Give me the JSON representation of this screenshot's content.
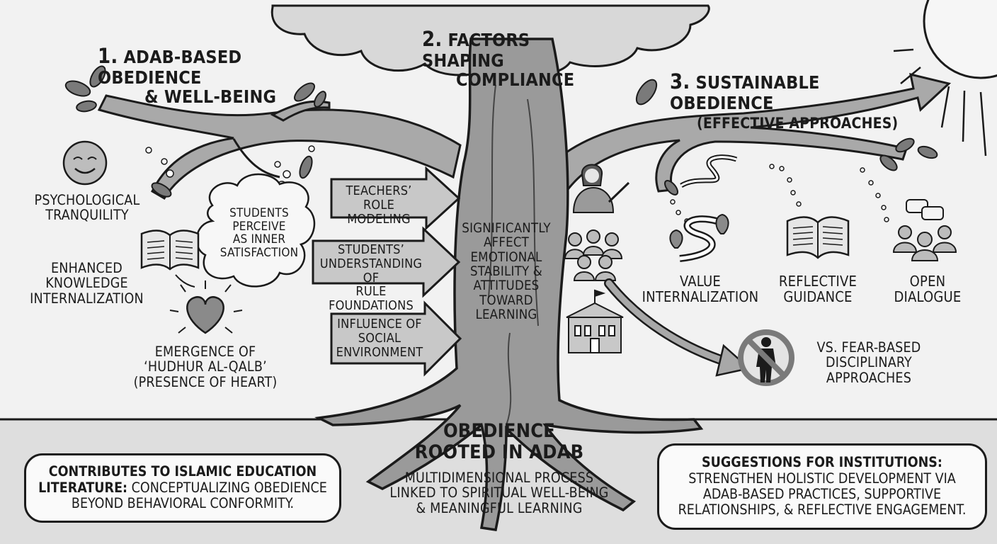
{
  "sections": {
    "s1": {
      "number": "1.",
      "title_lines": [
        "ADAB-BASED OBEDIENCE",
        "& WELL-BEING"
      ]
    },
    "s2": {
      "number": "2.",
      "title_lines": [
        "FACTORS SHAPING",
        "COMPLIANCE"
      ]
    },
    "s3": {
      "number": "3.",
      "title_lines": [
        "SUSTAINABLE OBEDIENCE",
        "(EFFECTIVE APPROACHES)"
      ]
    }
  },
  "left_items": {
    "tranquility": [
      "PSYCHOLOGICAL",
      "TRANQUILITY"
    ],
    "cloud": [
      "STUDENTS",
      "PERCEIVE",
      "AS INNER",
      "SATISFACTION"
    ],
    "knowledge": [
      "ENHANCED",
      "KNOWLEDGE",
      "INTERNALIZATION"
    ],
    "heart": [
      "EMERGENCE OF",
      "‘HUDHUR AL-QALB’",
      "(PRESENCE OF HEART)"
    ]
  },
  "factors": [
    {
      "lines": [
        "TEACHERS’",
        "ROLE MODELING"
      ]
    },
    {
      "lines": [
        "STUDENTS’",
        "UNDERSTANDING OF",
        "RULE FOUNDATIONS"
      ]
    },
    {
      "lines": [
        "INFLUENCE OF",
        "SOCIAL",
        "ENVIRONMENT"
      ]
    }
  ],
  "trunk_text": [
    "SIGNIFICANTLY",
    "AFFECT",
    "EMOTIONAL",
    "STABILITY &",
    "ATTITUDES",
    "TOWARD",
    "LEARNING"
  ],
  "approaches": [
    {
      "lines": [
        "VALUE",
        "INTERNALIZATION"
      ],
      "icon": "winding-path-icon"
    },
    {
      "lines": [
        "REFLECTIVE",
        "GUIDANCE"
      ],
      "icon": "open-book-icon"
    },
    {
      "lines": [
        "OPEN",
        "DIALOGUE"
      ],
      "icon": "dialogue-group-icon"
    }
  ],
  "contrast": [
    "VS. FEAR-BASED",
    "DISCIPLINARY",
    "APPROACHES"
  ],
  "root": {
    "title_lines": [
      "OBEDIENCE",
      "ROOTED IN ADAB"
    ],
    "sub_lines": [
      "MULTIDIMENSIONAL PROCESS",
      "LINKED TO SPIRITUAL WELL-BEING",
      "& MEANINGFUL LEARNING"
    ]
  },
  "bottom_left": {
    "bold": "CONTRIBUTES TO ISLAMIC EDUCATION LITERATURE:",
    "text": "CONCEPTUALIZING OBEDIENCE BEYOND BEHAVIORAL CONFORMITY."
  },
  "bottom_right": {
    "bold": "SUGGESTIONS FOR INSTITUTIONS:",
    "text": "STRENGTHEN HOLISTIC DEVELOPMENT VIA ADAB-BASED PRACTICES, SUPPORTIVE RELATIONSHIPS, & REFLECTIVE ENGAGEMENT."
  },
  "colors": {
    "ink": "#1b1b1b",
    "trunk": "#9a9a9a",
    "ground": "#dcdcdc",
    "sky": "#f2f2f2"
  }
}
